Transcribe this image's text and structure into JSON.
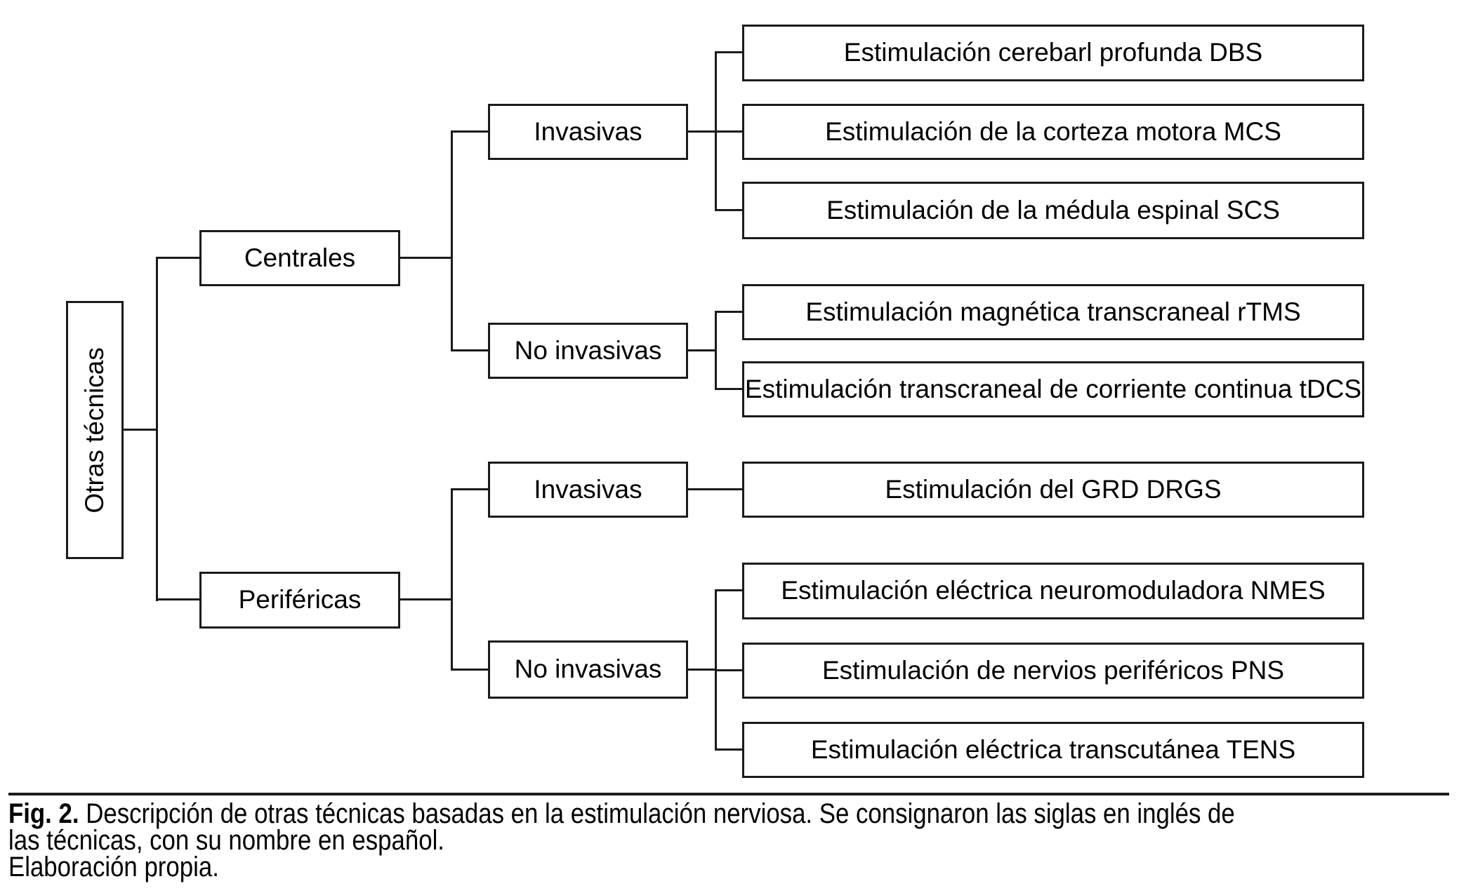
{
  "diagram": {
    "nodes": {
      "root": "Otras técnicas",
      "centrales": "Centrales",
      "perifericas": "Periféricas",
      "centrales_invasivas": "Invasivas",
      "centrales_no_invasivas": "No invasivas",
      "perifericas_invasivas": "Invasivas",
      "perifericas_no_invasivas": "No invasivas",
      "leaf_dbs": "Estimulación cerebarl profunda DBS",
      "leaf_mcs": "Estimulación de la corteza motora MCS",
      "leaf_scs": "Estimulación de la médula espinal SCS",
      "leaf_rtms": "Estimulación magnética transcraneal rTMS",
      "leaf_tdcs": "Estimulación transcraneal de corriente continua tDCS",
      "leaf_drgs": "Estimulación del GRD DRGS",
      "leaf_nmes": "Estimulación eléctrica neuromoduladora NMES",
      "leaf_pns": "Estimulación de nervios periféricos PNS",
      "leaf_tens": "Estimulación eléctrica transcutánea TENS"
    },
    "caption": {
      "fig_label": "Fig. 2.",
      "line1": " Descripción de otras técnicas basadas en la estimulación nerviosa. Se consignaron las siglas en inglés de",
      "line2": "las técnicas, con su nombre en español.",
      "line3": "Elaboración propia."
    },
    "colors": {
      "line": "#1b1b1b",
      "background": "#ffffff",
      "text": "#000000"
    }
  }
}
